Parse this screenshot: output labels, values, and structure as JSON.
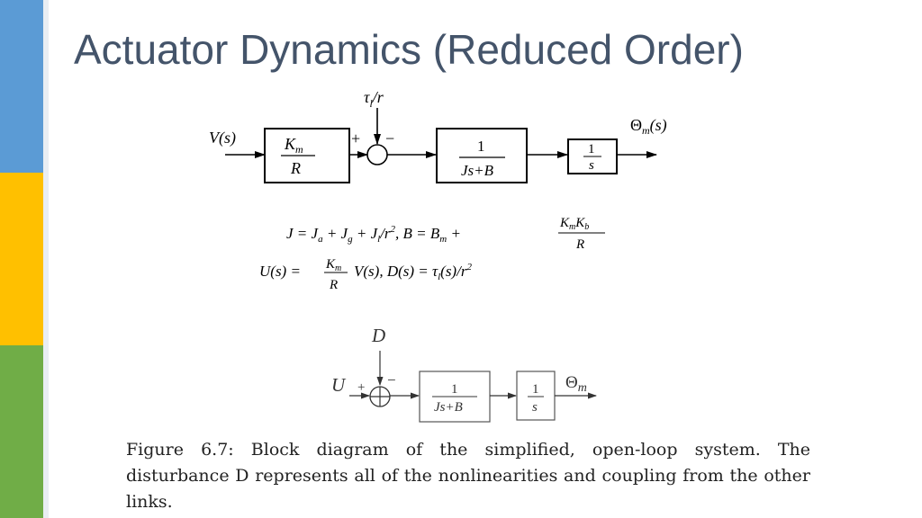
{
  "slide": {
    "title": "Actuator Dynamics (Reduced Order)",
    "colors": {
      "stripe_blue": "#5b9bd5",
      "stripe_yellow": "#ffc000",
      "stripe_green": "#70ad47",
      "title": "#44546a"
    }
  },
  "top_diagram": {
    "input": "V(s)",
    "block_gain_num": "K",
    "block_gain_num_sub": "m",
    "block_gain_den": "R",
    "disturbance_tau": "τ",
    "disturbance_sub": "l",
    "disturbance_rest": "/r",
    "plus": "+",
    "minus": "−",
    "block_plant_num": "1",
    "block_plant_den": "Js+B",
    "block_int_num": "1",
    "block_int_den": "s",
    "output_theta": "Θ",
    "output_sub": "m",
    "output_rest": "(s)"
  },
  "equations": {
    "line1_a": "J = J",
    "line1_a_sub": "a",
    "line1_b": " + J",
    "line1_b_sub": "g",
    "line1_c": " + J",
    "line1_c_sub": "l",
    "line1_d": "/r",
    "line1_d_sup": "2",
    "line1_e": ",  B = B",
    "line1_e_sub": "m",
    "line1_f": " + ",
    "frac_num_K1": "K",
    "frac_num_K1_sub": "m",
    "frac_num_K2": "K",
    "frac_num_K2_sub": "b",
    "frac_den": "R",
    "line2_a": "U(s) = ",
    "line2_frac_num": "K",
    "line2_frac_num_sub": "m",
    "line2_frac_den": "R",
    "line2_b": "V(s),  D(s) = τ",
    "line2_b_sub": "l",
    "line2_c": "(s)/r",
    "line2_c_sup": "2"
  },
  "bottom_diagram": {
    "disturbance": "D",
    "input": "U",
    "plus": "+",
    "minus": "−",
    "plant_num": "1",
    "plant_den": "Js+B",
    "int_num": "1",
    "int_den": "s",
    "output_theta": "Θ",
    "output_sub": "m"
  },
  "caption": {
    "text": "Figure 6.7: Block diagram of the simplified, open-loop system. The disturbance D represents all of the nonlinearities and coupling from the other links."
  }
}
